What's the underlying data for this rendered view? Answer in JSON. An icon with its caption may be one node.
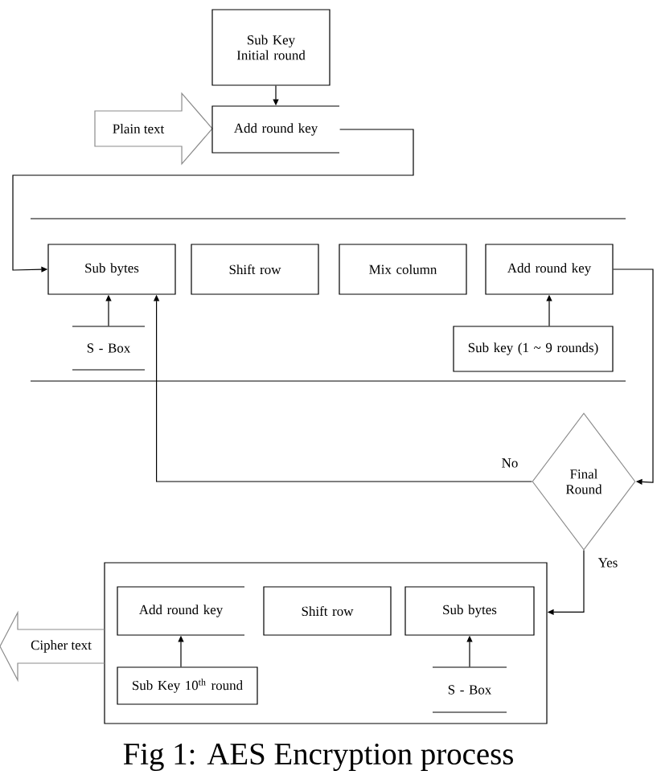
{
  "diagram": {
    "caption": "Fig 1: AES Encryption process",
    "nodes": [
      {
        "text": [
          "Sub Key Initial round"
        ]
      },
      {
        "text": [
          "Plain text"
        ]
      },
      {
        "text": [
          "Add round key"
        ]
      },
      {
        "text": [
          "Sub bytes"
        ]
      },
      {
        "text": [
          "Shift row"
        ]
      },
      {
        "text": [
          "Mix column"
        ]
      },
      {
        "text": [
          "Add round key"
        ]
      },
      {
        "text": [
          "S - Box"
        ]
      },
      {
        "text": [
          "Sub key (1 ~ 9 rounds)"
        ]
      },
      {
        "text": [
          "Final Round"
        ]
      },
      {
        "text": [],
        "shape": "box"
      },
      {
        "text": [
          "Add round key"
        ],
        "in": 10
      },
      {
        "text": [
          "Shift row"
        ],
        "in": 10
      },
      {
        "text": [
          "Sub bytes"
        ],
        "in": 10
      },
      {
        "text": [
          "Sub Key 10$^{th}$ round"
        ],
        "in": 10
      },
      {
        "text": [
          "S - Box"
        ],
        "in": 10
      },
      {
        "text": [
          "Cipher text"
        ]
      }
    ],
    "edges": [
      {
        "from": 0,
        "to": 2,
        "arrow": "to"
      },
      {
        "from": 2,
        "to": 3,
        "arrow": "to"
      },
      {
        "from": 7,
        "to": 3,
        "arrow": "to"
      },
      {
        "from": 8,
        "to": 6,
        "arrow": "to"
      },
      {
        "from": 6,
        "to": 9,
        "arrow": "to"
      },
      {
        "from": 9,
        "to": 3,
        "arrow": "to",
        "label": "No"
      },
      {
        "from": 9,
        "to": 10,
        "arrow": "to",
        "label": "Yes"
      },
      {
        "from": 14,
        "to": 11,
        "arrow": "to"
      },
      {
        "from": 15,
        "to": 13,
        "arrow": "to"
      }
    ]
  }
}
